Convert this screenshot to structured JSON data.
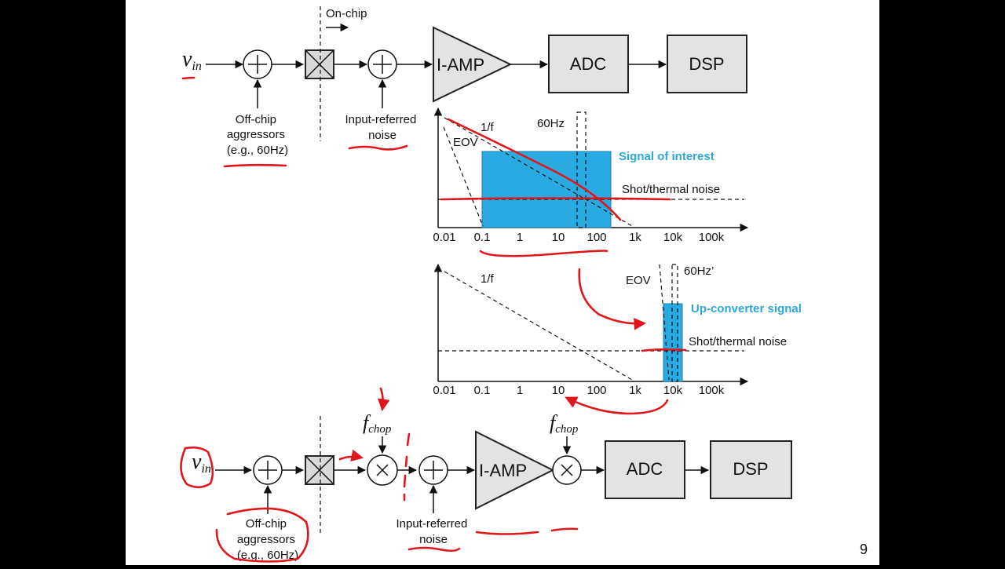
{
  "slide": {
    "page_number": "9",
    "colors": {
      "background": "#ffffff",
      "side_bars": "#000000",
      "block_fill": "#e3e3e3",
      "band_fill": "#29abe2",
      "highlight_text": "#2aa8dc",
      "annotation_ink": "#e0161c"
    }
  },
  "top_chain": {
    "input_label": "v",
    "input_sub": "in",
    "boundary_label": "On-chip",
    "offchip_label": [
      "Off-chip",
      "aggressors",
      "(e.g., 60Hz)"
    ],
    "noise_label": [
      "Input-referred",
      "noise"
    ],
    "amp_label": "I-AMP",
    "adc_label": "ADC",
    "dsp_label": "DSP"
  },
  "plot_top": {
    "curve_1f_label": "1/f",
    "eov_label": "EOV",
    "line60_label": "60Hz",
    "band_label": "Signal of interest",
    "floor_label": "Shot/thermal noise",
    "ticks": [
      "0.01",
      "0.1",
      "1",
      "10",
      "100",
      "1k",
      "10k",
      "100k"
    ]
  },
  "plot_bottom": {
    "curve_1f_label": "1/f",
    "eov_label": "EOV",
    "line60_label": "60Hz’",
    "band_label": "Up-converter signal",
    "floor_label": "Shot/thermal noise",
    "ticks": [
      "0.01",
      "0.1",
      "1",
      "10",
      "100",
      "1k",
      "10k",
      "100k"
    ]
  },
  "bottom_chain": {
    "input_label": "v",
    "input_sub": "in",
    "chop1_label": "f",
    "chop1_sub": "chop",
    "chop2_label": "f",
    "chop2_sub": "chop",
    "offchip_label": [
      "Off-chip",
      "aggressors",
      "(e.g., 60Hz)"
    ],
    "noise_label": [
      "Input-referred",
      "noise"
    ],
    "amp_label": "I-AMP",
    "adc_label": "ADC",
    "dsp_label": "DSP"
  }
}
